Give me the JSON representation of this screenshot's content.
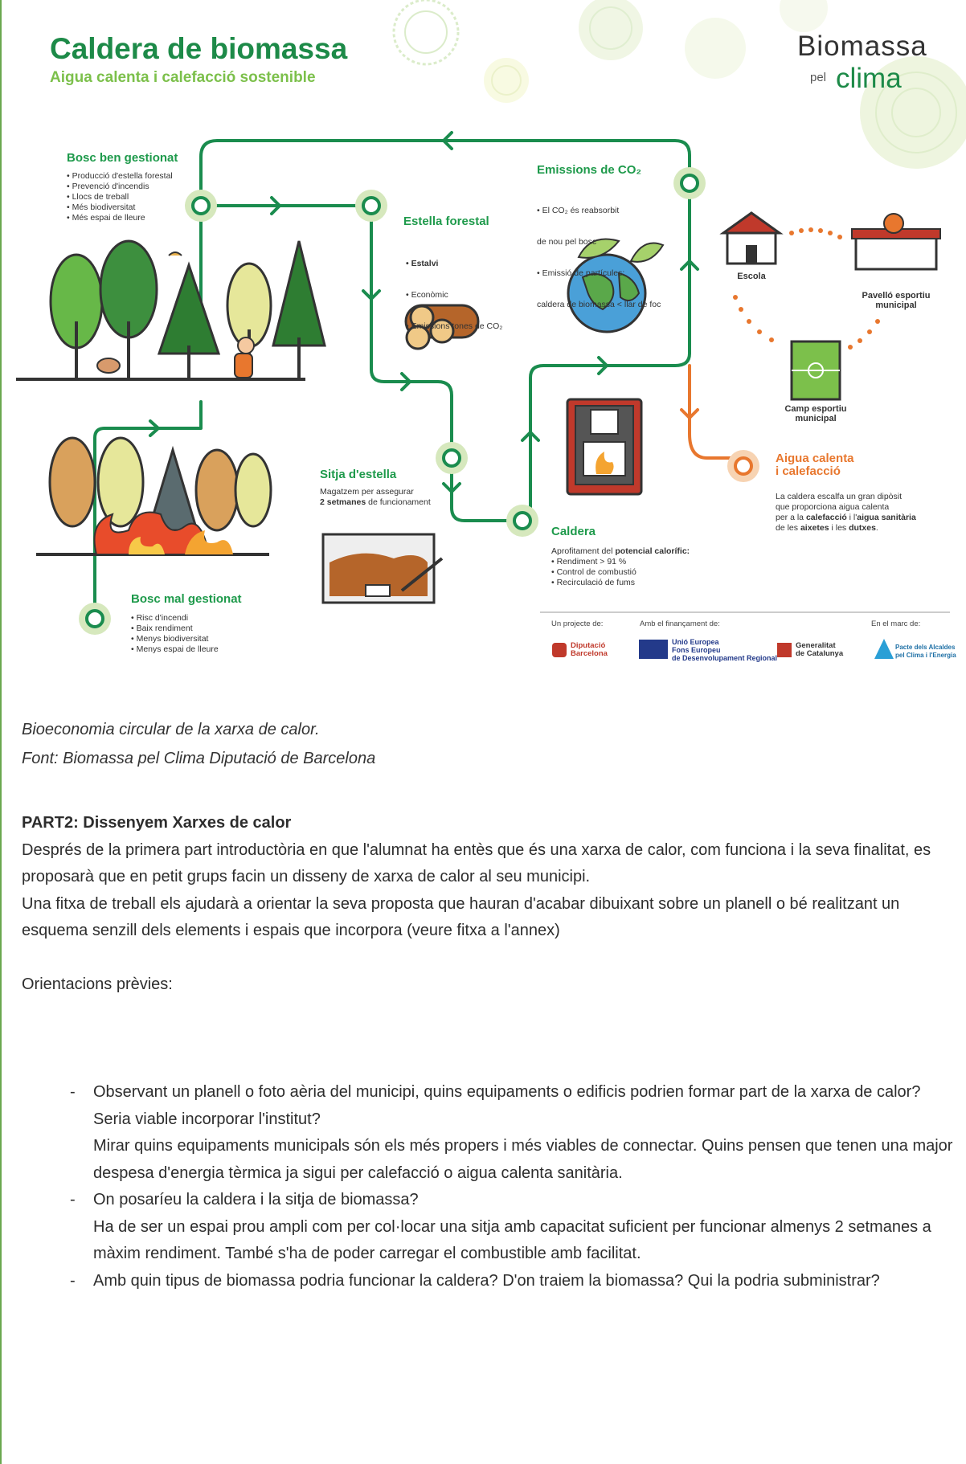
{
  "poster": {
    "title": "Caldera de biomassa",
    "subtitle": "Aigua calenta i calefacció sostenible",
    "brand": {
      "line1": "Biomassa",
      "small": "pel",
      "big": "clima"
    },
    "bosc_ben": {
      "title": "Bosc ben gestionat",
      "items": [
        "• Producció d'estella forestal",
        "• Prevenció d'incendis",
        "• Llocs de treball",
        "• Més biodiversitat",
        "• Més espai de lleure"
      ]
    },
    "estella": {
      "title": "Estella forestal",
      "items": [
        "• Estalvi",
        "  • Econòmic",
        "  • Emissions tones de CO₂"
      ]
    },
    "emissions": {
      "title": "Emissions de CO₂",
      "items": [
        "• El CO₂ és reabsorbit",
        "  de nou pel bosc",
        "• Emissió de partícules:",
        "  caldera de biomassa < llar de foc"
      ]
    },
    "sitja": {
      "title": "Sitja d'estella",
      "line1": "Magatzem per assegurar",
      "line2_bold": "2 setmanes",
      "line2_rest": " de funcionament"
    },
    "caldera": {
      "title": "Caldera",
      "lead": "Aprofitament del ",
      "lead_bold": "potencial calorífic:",
      "items": [
        "• Rendiment > 91 %",
        "• Control de combustió",
        "• Recirculació de fums"
      ]
    },
    "aigua": {
      "title1": "Aigua calenta",
      "title2": "i calefacció",
      "l1": "La caldera escalfa un gran dipòsit",
      "l2": "que proporciona aigua calenta",
      "l3a": "per a la ",
      "l3b": "calefacció",
      "l3c": " i l'",
      "l3d": "aigua sanitària",
      "l4a": "de les ",
      "l4b": "aixetes",
      "l4c": " i les ",
      "l4d": "dutxes",
      "l4e": "."
    },
    "bosc_mal": {
      "title": "Bosc mal gestionat",
      "items": [
        "• Risc d'incendi",
        "• Baix rendiment",
        "• Menys biodiversitat",
        "• Menys espai de lleure"
      ]
    },
    "buildings": {
      "escola": "Escola",
      "pavello1": "Pavelló esportiu",
      "pavello2": "municipal",
      "camp1": "Camp esportiu",
      "camp2": "municipal"
    },
    "footer": {
      "projecte": "Un projecte de:",
      "financament": "Amb el finançament de:",
      "marc": "En el marc de:",
      "diputacio": [
        "Diputació",
        "Barcelona"
      ],
      "ue": [
        "Unió Europea",
        "Fons Europeu",
        "de Desenvolupament Regional"
      ],
      "generalitat": [
        "Generalitat",
        "de Catalunya"
      ],
      "pacte": [
        "Pacte dels Alcaldes",
        "pel Clima i l'Energia"
      ]
    }
  },
  "caption": {
    "line1": "Bioeconomia circular de la xarxa de calor.",
    "line2": "Font: Biomassa pel Clima Diputació de Barcelona"
  },
  "part2": {
    "heading": "PART2: Dissenyem Xarxes de calor",
    "p1": "Després de la primera part introductòria en que l'alumnat ha entès que és una xarxa de calor, com funciona  i la seva finalitat, es proposarà que en petit grups facin un disseny de xarxa de calor al seu municipi.",
    "p2": "Una fitxa de treball els ajudarà a orientar la seva proposta que hauran d'acabar dibuixant sobre un planell o bé realitzant un esquema senzill dels elements i espais que incorpora (veure fitxa a l'annex)",
    "orient": "Orientacions prèvies:",
    "dash": "-",
    "b1": "Observant un planell o foto aèria del municipi, quins equipaments o edificis podrien formar part de la xarxa de calor? Seria viable incorporar l'institut?",
    "b1b": "Mirar quins equipaments municipals són els més propers i més viables de connectar. Quins pensen que tenen una major despesa d'energia tèrmica ja sigui per calefacció o aigua calenta sanitària.",
    "b2": "On posaríeu la caldera i la sitja de biomassa?",
    "b2b": "Ha de ser un espai prou ampli com per col·locar una sitja amb capacitat suficient per funcionar almenys 2 setmanes a màxim rendiment. També s'ha de poder carregar el combustible amb facilitat.",
    "b3": "Amb quin tipus de biomassa podria funcionar la caldera? D'on traiem la biomassa? Qui la podria subministrar?"
  },
  "colors": {
    "green_dark": "#1d8a48",
    "green_light": "#7cc04b",
    "orange": "#e8772e",
    "path_green": "#1a8c4e"
  }
}
